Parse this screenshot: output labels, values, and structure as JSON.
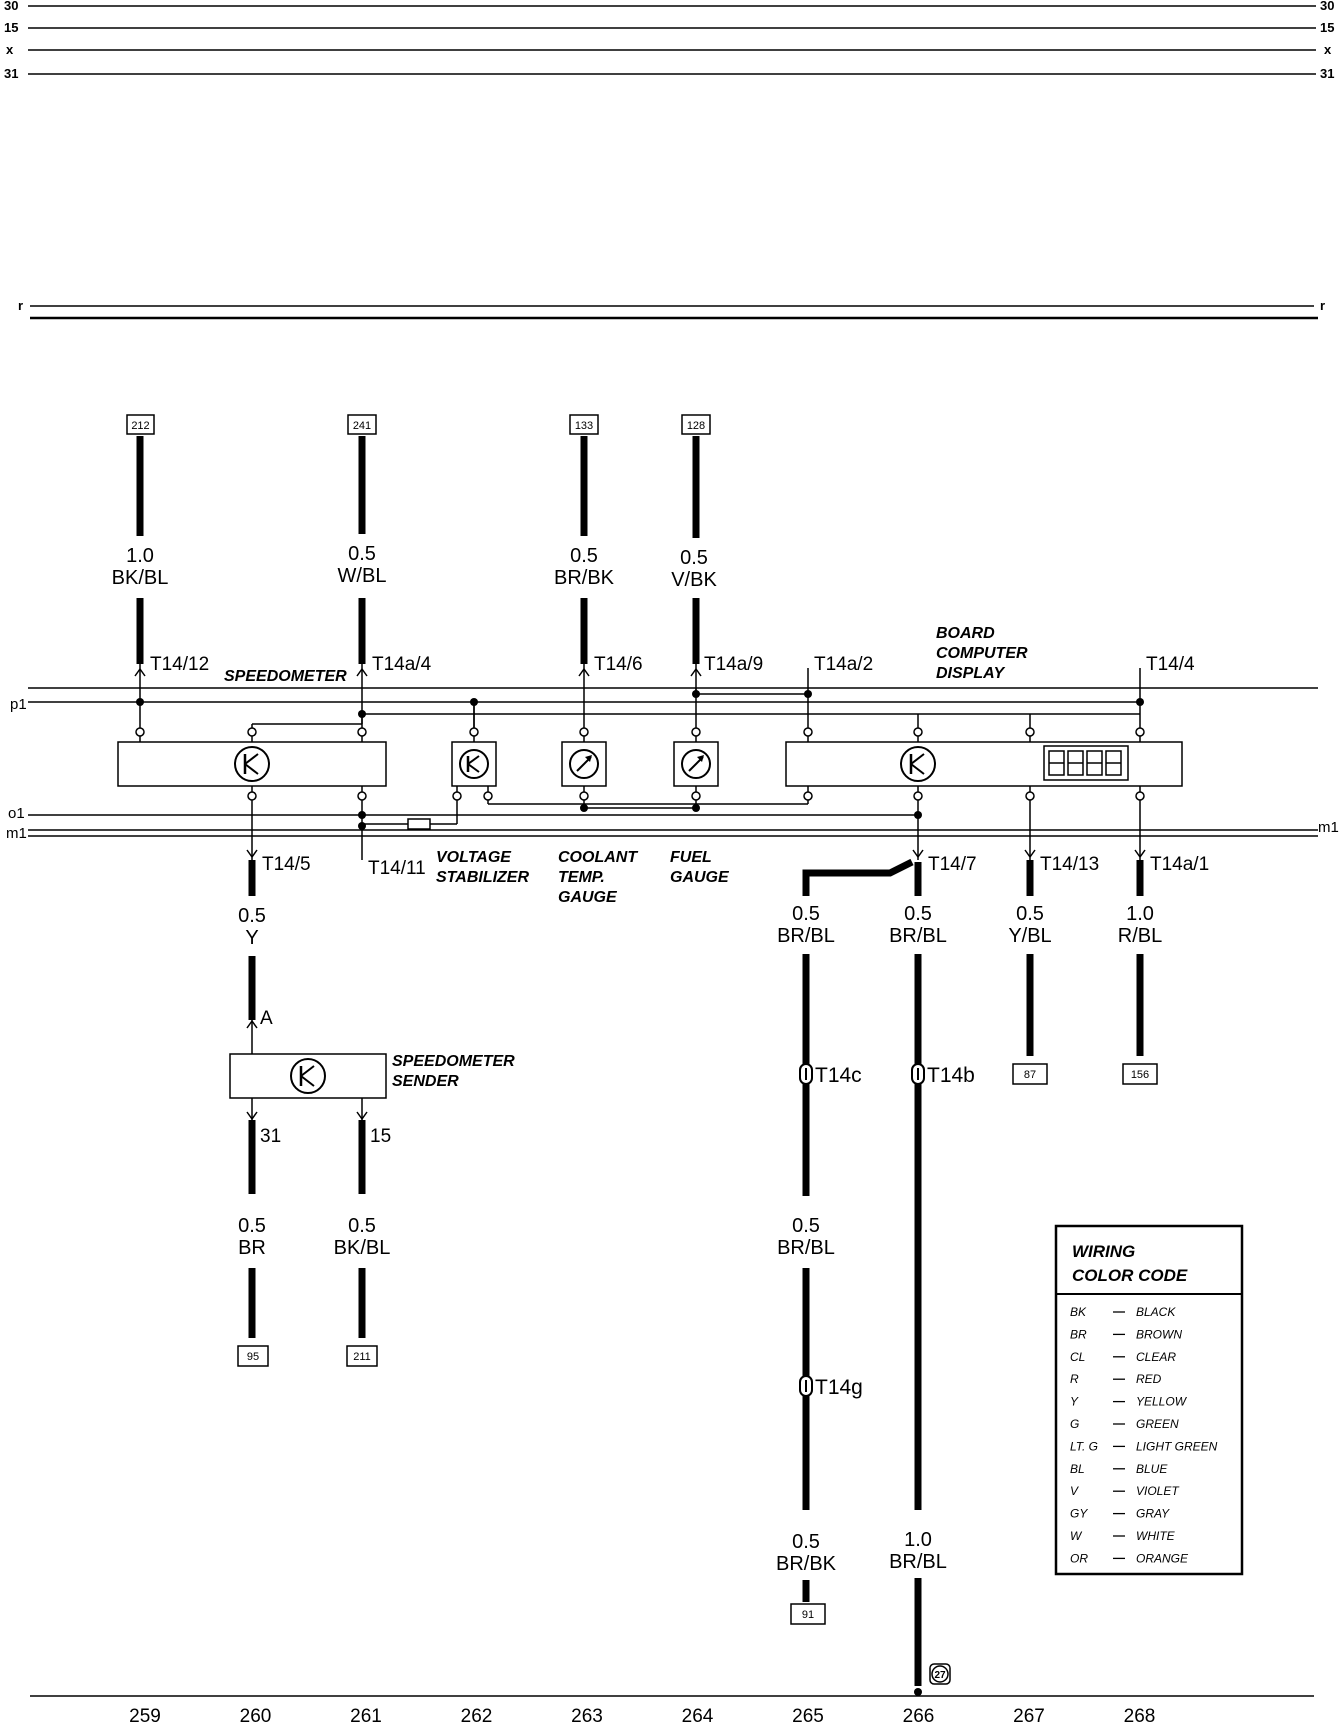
{
  "rails": {
    "top": [
      "30",
      "15",
      "x",
      "31"
    ],
    "r": "r",
    "p1": "p1",
    "o1": "o1",
    "m1": "m1"
  },
  "components": {
    "speedometer": "SPEEDOMETER",
    "voltage_stabilizer": [
      "VOLTAGE",
      "STABILIZER"
    ],
    "coolant_temp_gauge": [
      "COOLANT",
      "TEMP.",
      "GAUGE"
    ],
    "fuel_gauge": [
      "FUEL",
      "GAUGE"
    ],
    "board_computer_display": [
      "BOARD",
      "COMPUTER",
      "DISPLAY"
    ],
    "speedometer_sender": [
      "SPEEDOMETER",
      "SENDER"
    ]
  },
  "ref_boxes": {
    "r212": "212",
    "r241": "241",
    "r133": "133",
    "r128": "128",
    "r95": "95",
    "r211": "211",
    "r87": "87",
    "r156": "156",
    "r91": "91",
    "g27": "27"
  },
  "wires": {
    "w1": [
      "1.0",
      "BK/BL"
    ],
    "w2": [
      "0.5",
      "W/BL"
    ],
    "w3": [
      "0.5",
      "BR/BK"
    ],
    "w4": [
      "0.5",
      "V/BK"
    ],
    "w5": [
      "0.5",
      "Y"
    ],
    "w6": [
      "0.5",
      "BR/BL"
    ],
    "w7": [
      "0.5",
      "BR/BL"
    ],
    "w8": [
      "0.5",
      "Y/BL"
    ],
    "w9": [
      "1.0",
      "R/BL"
    ],
    "w10": [
      "0.5",
      "BR"
    ],
    "w11": [
      "0.5",
      "BK/BL"
    ],
    "w12": [
      "0.5",
      "BR/BL"
    ],
    "w13": [
      "0.5",
      "BR/BK"
    ],
    "w14": [
      "1.0",
      "BR/BL"
    ]
  },
  "pins": {
    "t14_12": "T14/12",
    "t14a_4": "T14a/4",
    "t14_6": "T14/6",
    "t14a_9": "T14a/9",
    "t14a_2": "T14a/2",
    "t14_4": "T14/4",
    "t14_5": "T14/5",
    "t14_11": "T14/11",
    "t14_7": "T14/7",
    "t14_13": "T14/13",
    "t14a_1": "T14a/1",
    "a": "A",
    "p31": "31",
    "p15": "15",
    "t14c": "T14c",
    "t14b": "T14b",
    "t14g": "T14g"
  },
  "legend": {
    "title": [
      "WIRING",
      "COLOR CODE"
    ],
    "items": [
      [
        "BK",
        "BLACK"
      ],
      [
        "BR",
        "BROWN"
      ],
      [
        "CL",
        "CLEAR"
      ],
      [
        "R",
        "RED"
      ],
      [
        "Y",
        "YELLOW"
      ],
      [
        "G",
        "GREEN"
      ],
      [
        "LT. G",
        "LIGHT GREEN"
      ],
      [
        "BL",
        "BLUE"
      ],
      [
        "V",
        "VIOLET"
      ],
      [
        "GY",
        "GRAY"
      ],
      [
        "W",
        "WHITE"
      ],
      [
        "OR",
        "ORANGE"
      ]
    ]
  },
  "current_tracks": [
    "259",
    "260",
    "261",
    "262",
    "263",
    "264",
    "265",
    "266",
    "267",
    "268"
  ]
}
